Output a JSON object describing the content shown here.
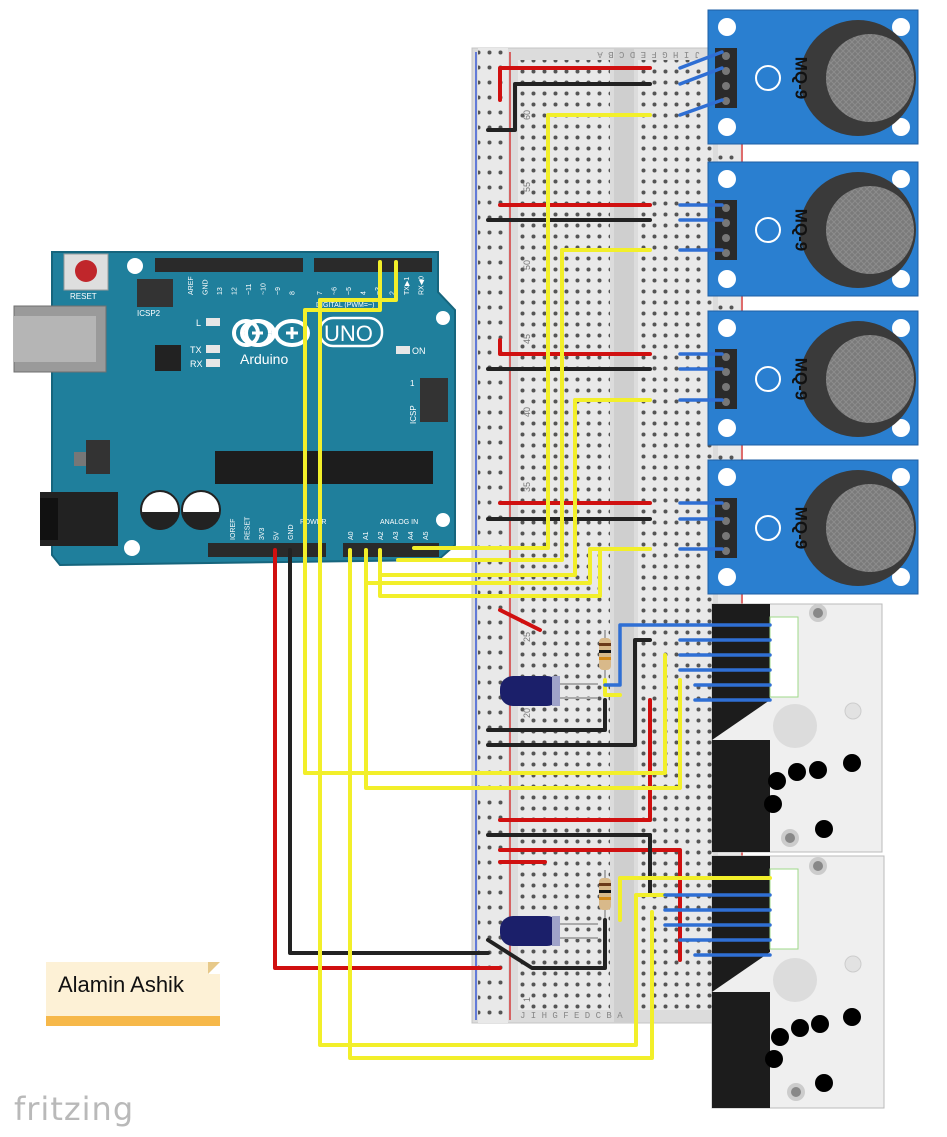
{
  "arduino": {
    "brand": "Arduino",
    "model": "UNO",
    "reset_label": "RESET",
    "icsp2_label": "ICSP2",
    "icsp_label": "ICSP",
    "icsp_pin1": "1",
    "led_l": "L",
    "led_tx": "TX",
    "led_rx": "RX",
    "led_on": "ON",
    "digital_label": "DIGITAL (PWM=~)",
    "power_label": "POWER",
    "analog_label": "ANALOG IN",
    "top_pins": [
      "AREF",
      "GND",
      "13",
      "12",
      "~11",
      "~10",
      "~9",
      "8",
      "7",
      "~6",
      "~5",
      "4",
      "~3",
      "2",
      "TX▶1",
      "RX◀0"
    ],
    "power_pins": [
      "IOREF",
      "RESET",
      "3V3",
      "5V",
      "GND"
    ],
    "analog_pins": [
      "A0",
      "A1",
      "A2",
      "A3",
      "A4",
      "A5"
    ]
  },
  "breadboard": {
    "top_col_letters": "J I H G F     E D C B A",
    "bottom_col_letters": "J I H G F     E D C B A",
    "row_numbers": [
      "60",
      "55",
      "50",
      "45",
      "40",
      "35",
      "25",
      "20",
      "1"
    ]
  },
  "gas_sensors": [
    {
      "label": "MQ-9"
    },
    {
      "label": "MQ-9"
    },
    {
      "label": "MQ-9"
    },
    {
      "label": "MQ-9"
    }
  ],
  "dust_sensor_count": 2,
  "note": {
    "text": "Alamin Ashik"
  },
  "watermark": {
    "text": "fritzing"
  },
  "colors": {
    "arduino_board": "#1f7f9c",
    "sensor_board": "#2a7fd0",
    "wire_red": "#d01010",
    "wire_black": "#222222",
    "wire_yellow": "#f2ef2a",
    "wire_blue": "#2f6fd4",
    "note_bg": "#fdf1d6",
    "note_band": "#f6b84a"
  }
}
